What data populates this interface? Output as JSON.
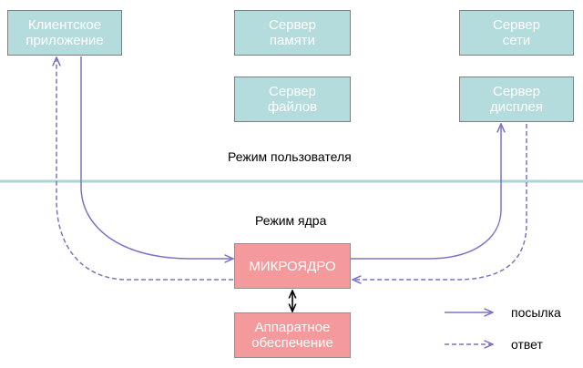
{
  "servers": {
    "client_app": "Клиентское\nприложение",
    "memory_server": "Сервер\nпамяти",
    "network_server": "Сервер\nсети",
    "file_server": "Сервер\nфайлов",
    "display_server": "Сервер\nдисплея"
  },
  "modes": {
    "user_mode": "Режим пользователя",
    "kernel_mode": "Режим ядра"
  },
  "kernel": {
    "microkernel": "МИКРОЯДРО",
    "hardware": "Аппаратное\nобеспечение"
  },
  "legend": {
    "send": "посылка",
    "reply": "ответ"
  },
  "colors": {
    "server_fill": "#b4dcdc",
    "kernel_fill": "#f49a9d",
    "mode_divider": "#a9d6d6",
    "arrow": "#7b74c4"
  }
}
